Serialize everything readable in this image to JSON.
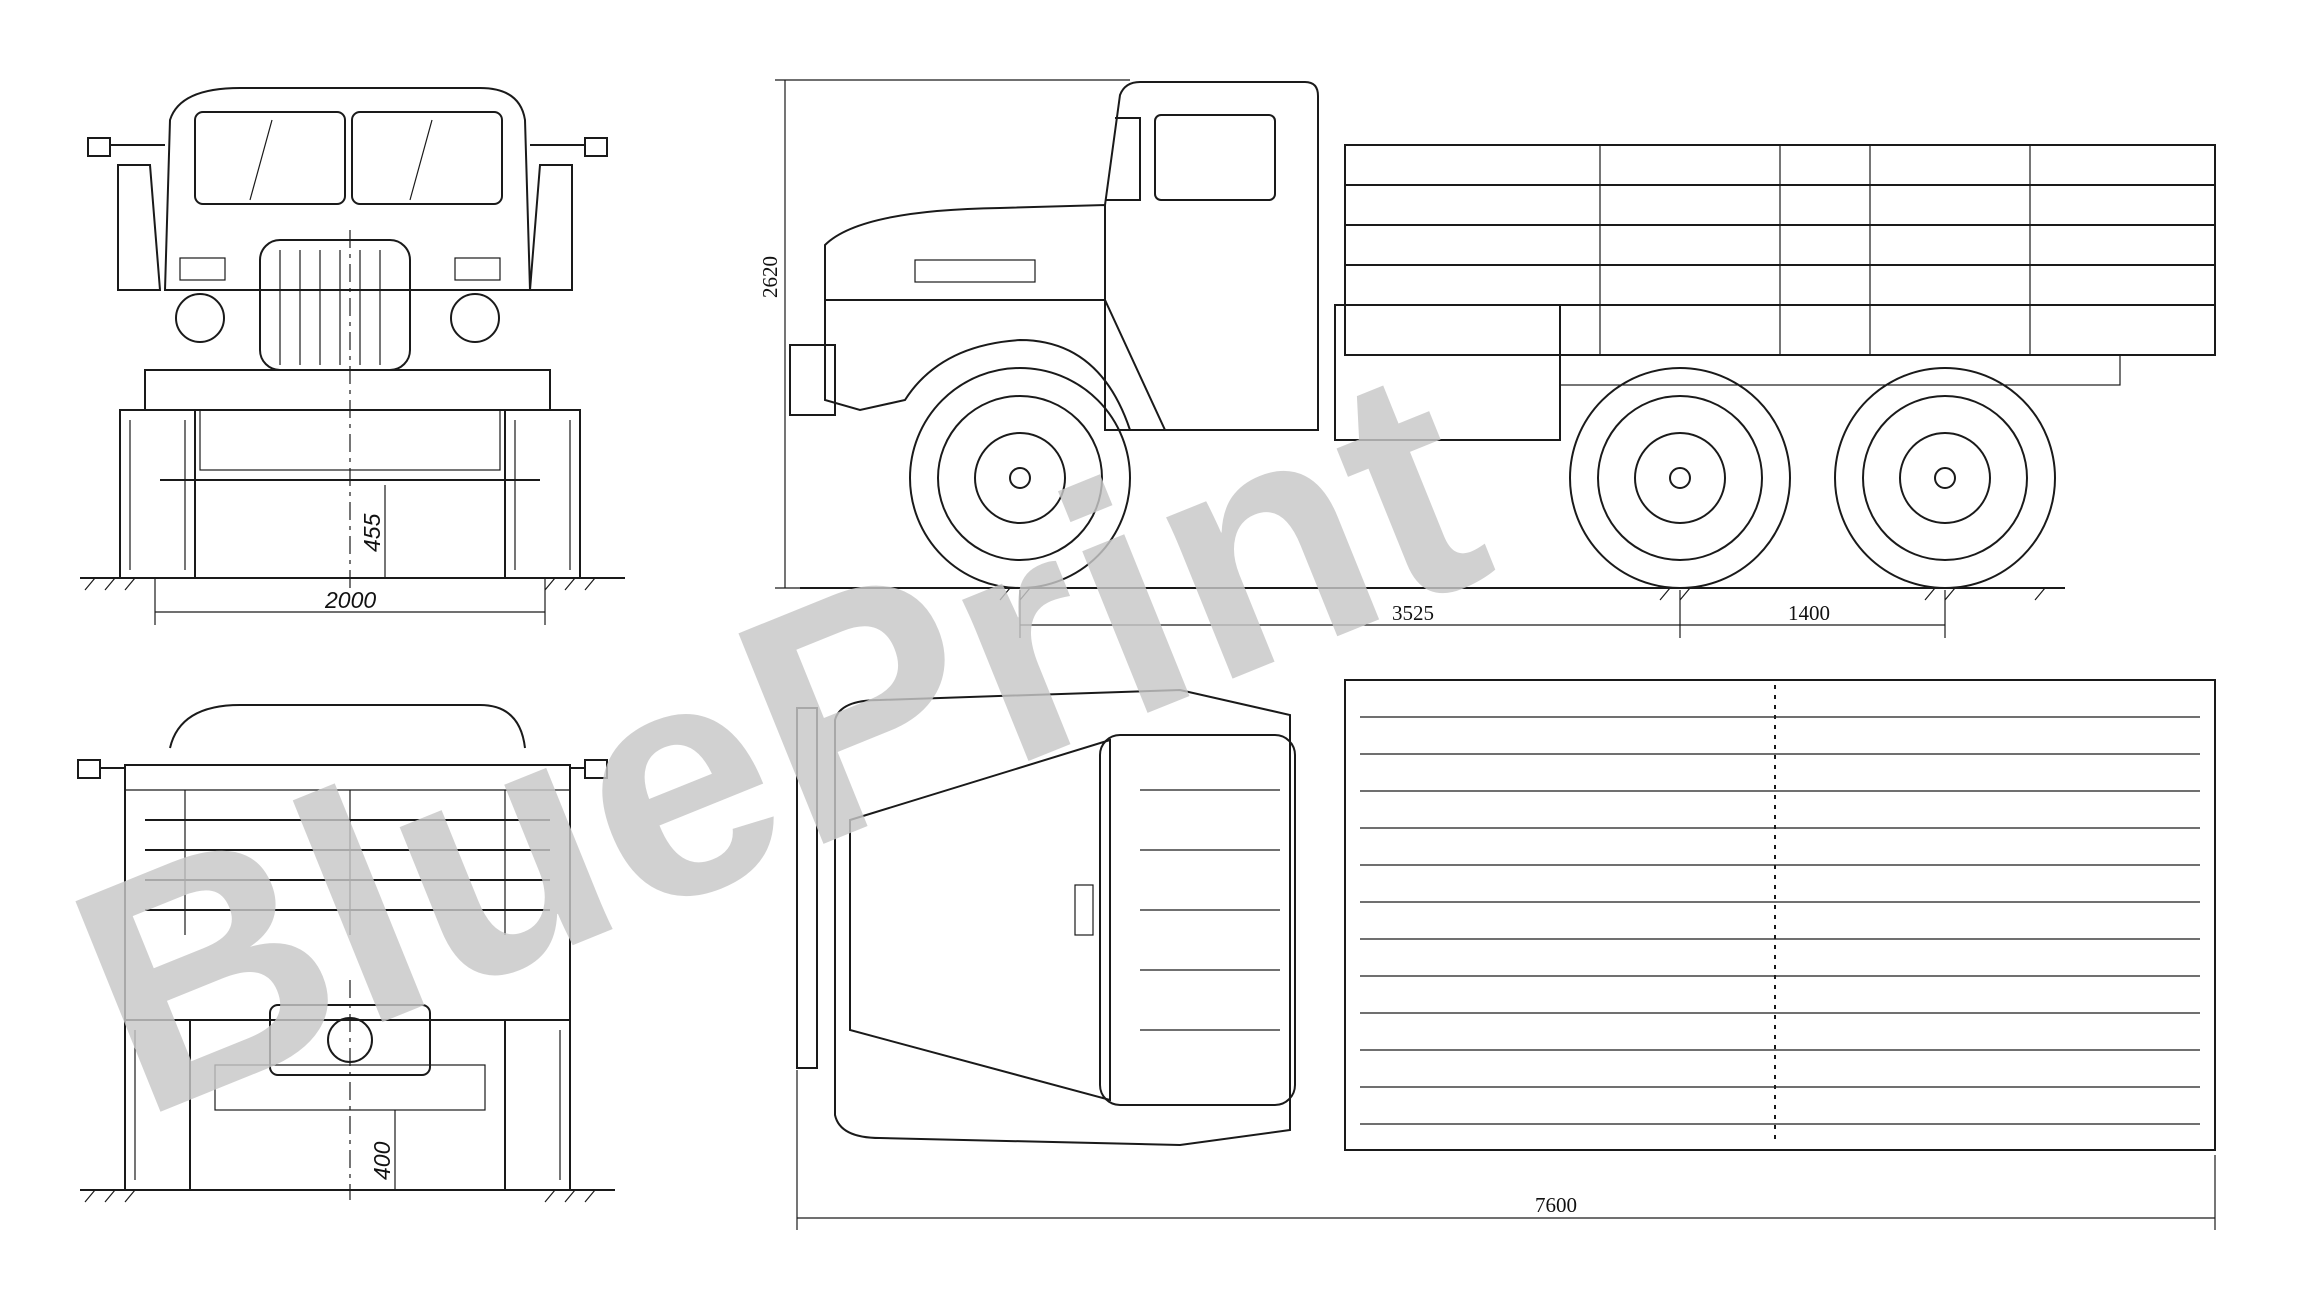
{
  "watermark": {
    "text": "BluePrint"
  },
  "dimensions": {
    "front_track": "2000",
    "front_clearance": "455",
    "side_height": "2620",
    "side_wheelbase": "3525",
    "side_rear_axles": "1400",
    "rear_clearance": "400",
    "top_length": "7600"
  },
  "colors": {
    "line": "#1a1a1a",
    "watermark": "#c8c8c8",
    "background": "#ffffff"
  }
}
